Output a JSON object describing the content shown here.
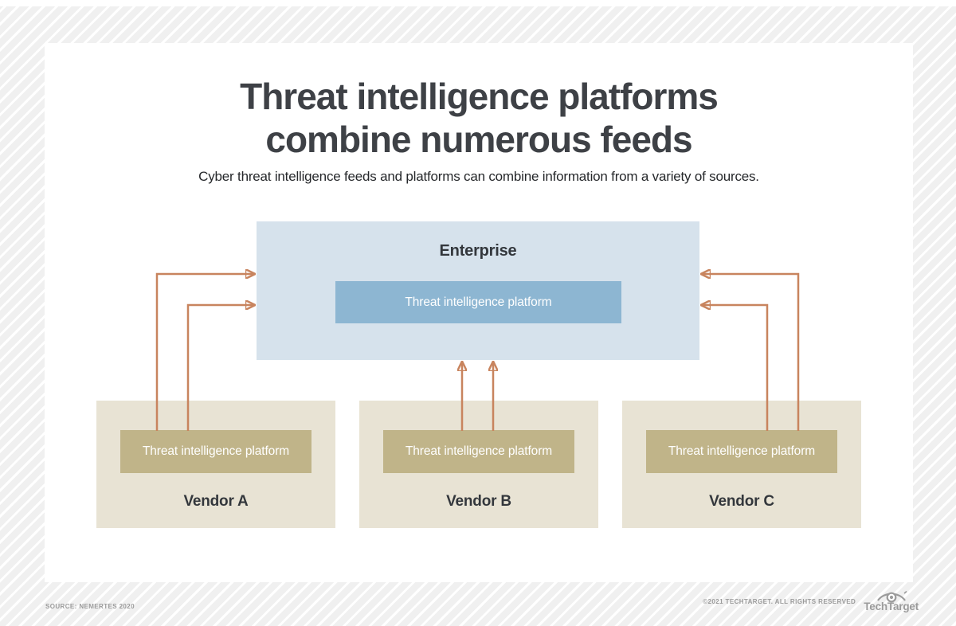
{
  "page": {
    "title_line1": "Threat intelligence platforms",
    "title_line2": "combine numerous feeds",
    "subtitle": "Cyber threat intelligence feeds and platforms can combine information from a variety of sources."
  },
  "diagram": {
    "enterprise": {
      "label": "Enterprise",
      "platform_label": "Threat intelligence platform"
    },
    "vendors": [
      {
        "name": "Vendor A",
        "platform_label": "Threat intelligence platform"
      },
      {
        "name": "Vendor B",
        "platform_label": "Threat intelligence platform"
      },
      {
        "name": "Vendor C",
        "platform_label": "Threat intelligence platform"
      }
    ],
    "connections": [
      {
        "from": "Vendor A platform",
        "to": "Enterprise",
        "direction": "into left side"
      },
      {
        "from": "Vendor A platform",
        "to": "Enterprise",
        "direction": "into left side"
      },
      {
        "from": "Vendor B platform",
        "to": "Enterprise",
        "direction": "up into bottom"
      },
      {
        "from": "Vendor B platform",
        "to": "Enterprise",
        "direction": "up into bottom"
      },
      {
        "from": "Vendor C platform",
        "to": "Enterprise",
        "direction": "into right side"
      },
      {
        "from": "Vendor C platform",
        "to": "Enterprise",
        "direction": "into right side"
      }
    ],
    "colors": {
      "enterprise_bg": "#d6e2ec",
      "enterprise_platform_bg": "#8db6d2",
      "vendor_bg": "#e8e3d4",
      "vendor_platform_bg": "#c0b489",
      "arrow": "#c8845e",
      "heading_text": "#3e4146",
      "platform_text": "#ffffff"
    }
  },
  "footer": {
    "source": "SOURCE: NEMERTES 2020",
    "copyright": "©2021 TECHTARGET. ALL RIGHTS RESERVED",
    "logo_text": "TechTarget"
  }
}
